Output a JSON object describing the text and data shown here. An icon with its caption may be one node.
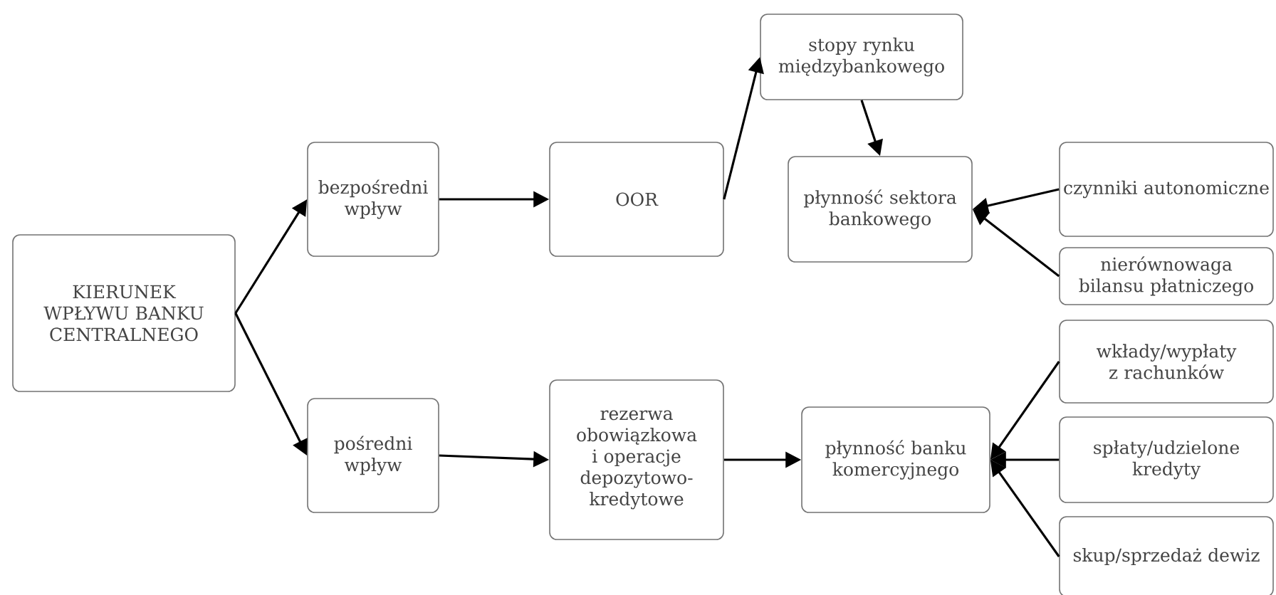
{
  "diagram": {
    "nodes": [
      {
        "text": [
          "KIERUNEK WPŁYWU BANKU CENTRALNEGO"
        ]
      },
      {
        "text": [
          "bezpośredni wpływ"
        ]
      },
      {
        "text": [
          "OOR"
        ]
      },
      {
        "text": [
          "stopy rynku międzybankowego"
        ]
      },
      {
        "text": [
          "płynność sektora bankowego"
        ]
      },
      {
        "text": [
          "czynniki autonomiczne"
        ]
      },
      {
        "text": [
          "nierównowaga bilansu płatniczego"
        ]
      },
      {
        "text": [
          "pośredni wpływ"
        ]
      },
      {
        "text": [
          "rezerwa obowiązkowa i operacje depozytowo-kredytowe"
        ]
      },
      {
        "text": [
          "płynność banku komercyjnego"
        ]
      },
      {
        "text": [
          "wkłady/wypłaty z rachunków"
        ]
      },
      {
        "text": [
          "spłaty/udzielone kredyty"
        ]
      },
      {
        "text": [
          "skup/sprzedaż dewiz"
        ]
      }
    ],
    "edges": [
      {
        "from": 0,
        "to": 1,
        "arrow": "to"
      },
      {
        "from": 0,
        "to": 7,
        "arrow": "to"
      },
      {
        "from": 1,
        "to": 2,
        "arrow": "to"
      },
      {
        "from": 2,
        "to": 3,
        "arrow": "to"
      },
      {
        "from": 3,
        "to": 4,
        "arrow": "to"
      },
      {
        "from": 5,
        "to": 4,
        "arrow": "to"
      },
      {
        "from": 6,
        "to": 4,
        "arrow": "to"
      },
      {
        "from": 7,
        "to": 8,
        "arrow": "to"
      },
      {
        "from": 8,
        "to": 9,
        "arrow": "to"
      },
      {
        "from": 10,
        "to": 9,
        "arrow": "to"
      },
      {
        "from": 11,
        "to": 9,
        "arrow": "to"
      },
      {
        "from": 12,
        "to": 9,
        "arrow": "to"
      }
    ]
  }
}
